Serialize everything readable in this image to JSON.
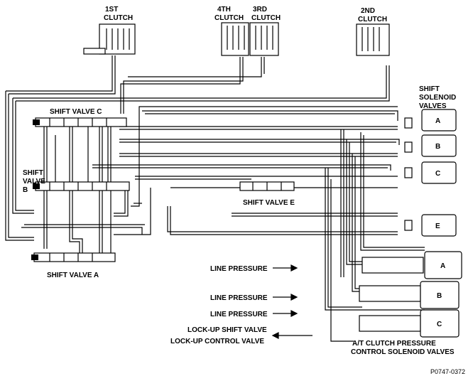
{
  "clutches": {
    "first": [
      "1ST",
      "CLUTCH"
    ],
    "fourth": [
      "4TH",
      "CLUTCH"
    ],
    "third": [
      "3RD",
      "CLUTCH"
    ],
    "second": [
      "2ND",
      "CLUTCH"
    ]
  },
  "shift_valves": {
    "c": "SHIFT VALVE C",
    "b": [
      "SHIFT",
      "VALVE",
      "B"
    ],
    "a": "SHIFT VALVE A",
    "e": "SHIFT VALVE E"
  },
  "shift_solenoids": {
    "heading": [
      "SHIFT",
      "SOLENOID",
      "VALVES"
    ],
    "letters": [
      "A",
      "B",
      "C",
      "E"
    ]
  },
  "pressure_labels": {
    "line1": "LINE PRESSURE",
    "line2": "LINE PRESSURE",
    "line3": "LINE PRESSURE",
    "lockup_shift": "LOCK-UP SHIFT VALVE",
    "lockup_control": "LOCK-UP CONTROL VALVE"
  },
  "at_clutch_solenoids": {
    "heading": [
      "A/T CLUTCH PRESSURE",
      "CONTROL SOLENOID VALVES"
    ],
    "letters": [
      "A",
      "B",
      "C"
    ]
  },
  "figure_code": "P0747-0372"
}
